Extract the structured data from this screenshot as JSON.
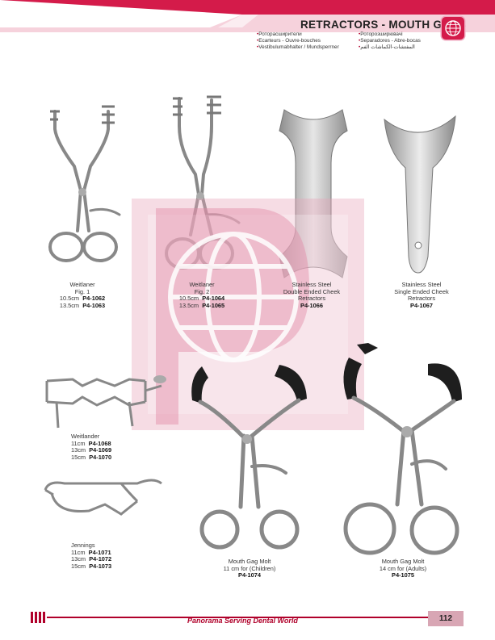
{
  "header": {
    "title": "RETRACTORS - MOUTH GAGS",
    "languages_left": [
      "Роторасширители",
      "Ecarteurs - Ouvre-bouches",
      "Vestibulumabhalter / Mundsperrner"
    ],
    "languages_right": [
      "Роторозширювачі",
      "Separadores - Abre-bocas",
      "المفتشات-الكماشات الفم"
    ],
    "colors": {
      "accent": "#d41b4a",
      "band": "#f3c6d2"
    }
  },
  "products": [
    {
      "name": "Weitlaner",
      "lines": [
        "Fig. 1"
      ],
      "sizes": [
        {
          "size": "10.5cm",
          "code": "P4-1062"
        },
        {
          "size": "13.5cm",
          "code": "P4-1063"
        }
      ]
    },
    {
      "name": "Weitlaner",
      "lines": [
        "Fig. 2"
      ],
      "sizes": [
        {
          "size": "10.5cm",
          "code": "P4-1064"
        },
        {
          "size": "13.5cm",
          "code": "P4-1065"
        }
      ]
    },
    {
      "name": "Stainless Steel",
      "lines": [
        "Double Ended Cheek",
        "Retractors"
      ],
      "code": "P4-1066"
    },
    {
      "name": "Stainless Steel",
      "lines": [
        "Single Ended Cheek",
        "Retractors"
      ],
      "code": "P4-1067"
    },
    {
      "name": "Weitlander",
      "sizes": [
        {
          "size": "11cm",
          "code": "P4-1068"
        },
        {
          "size": "13cm",
          "code": "P4-1069"
        },
        {
          "size": "15cm",
          "code": "P4-1070"
        }
      ]
    },
    {
      "name": "Jennings",
      "sizes": [
        {
          "size": "11cm",
          "code": "P4-1071"
        },
        {
          "size": "13cm",
          "code": "P4-1072"
        },
        {
          "size": "15cm",
          "code": "P4-1073"
        }
      ]
    },
    {
      "name": "Mouth Gag Molt",
      "lines": [
        "11 cm for (Children)"
      ],
      "code": "P4-1074"
    },
    {
      "name": "Mouth Gag Molt",
      "lines": [
        "14 cm for (Adults)"
      ],
      "code": "P4-1075"
    }
  ],
  "footer": {
    "tagline": "Panorama Serving Dental World",
    "page_number": "112"
  }
}
